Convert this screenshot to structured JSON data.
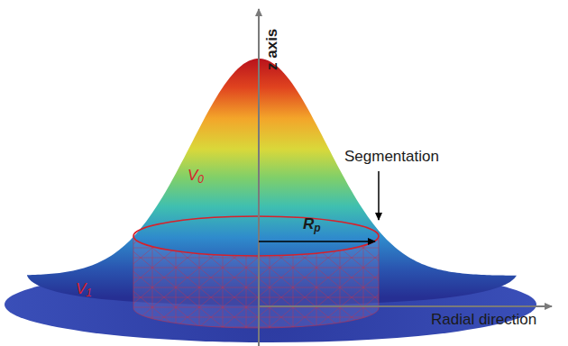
{
  "diagram": {
    "labels": [
      "z axis",
      "Segmentation",
      "Rp",
      "V0",
      "V1",
      "Radial direction"
    ]
  }
}
